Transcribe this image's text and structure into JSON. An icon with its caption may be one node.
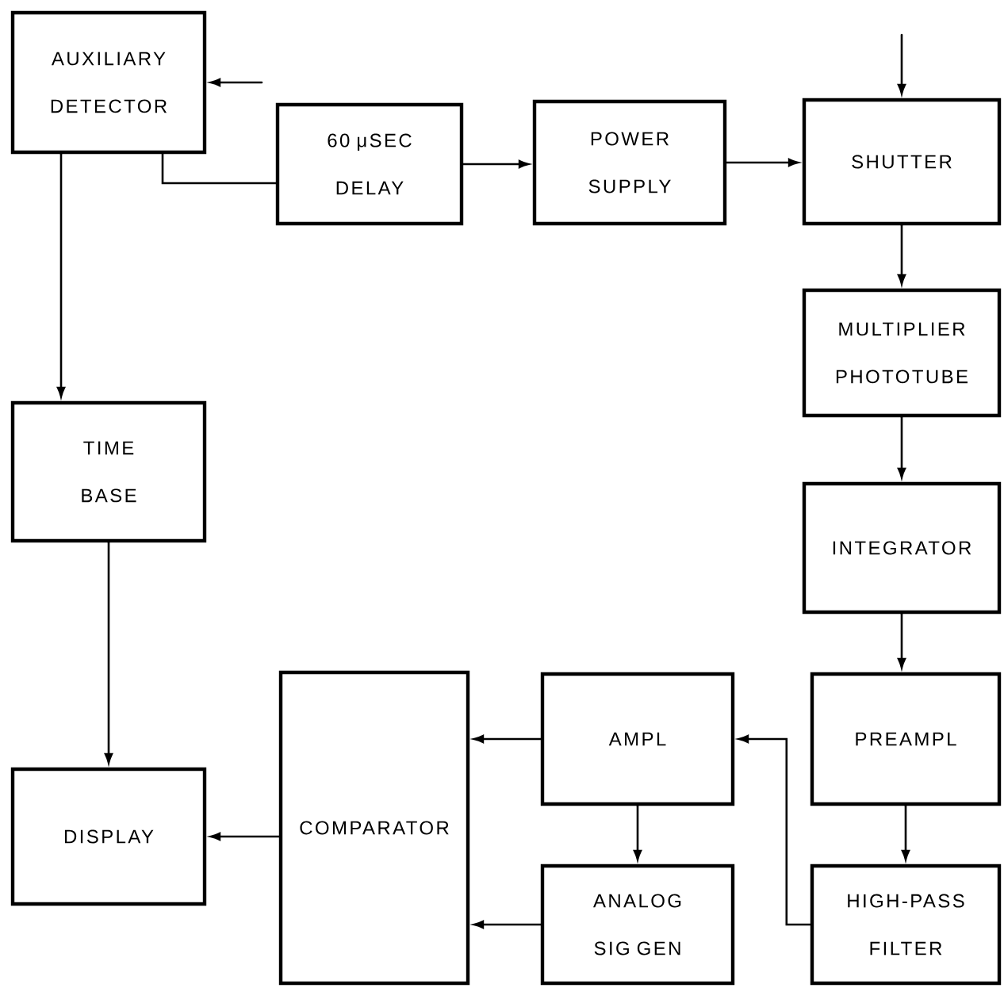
{
  "diagram": {
    "nodes": [
      {
        "text": [
          "AUXILIARY DETECTOR"
        ]
      },
      {
        "text": [
          "60 μSEC DELAY"
        ]
      },
      {
        "text": [
          "POWER SUPPLY"
        ]
      },
      {
        "text": [
          "SHUTTER"
        ]
      },
      {
        "text": [
          "MULTIPLIER PHOTOTUBE"
        ]
      },
      {
        "text": [
          "TIME BASE"
        ]
      },
      {
        "text": [
          "INTEGRATOR"
        ]
      },
      {
        "text": [
          "AMPL"
        ]
      },
      {
        "text": [
          "PREAMPL"
        ]
      },
      {
        "text": [
          "DISPLAY"
        ]
      },
      {
        "text": [
          "COMPARATOR"
        ]
      },
      {
        "text": [
          "ANALOG SIG GEN"
        ]
      },
      {
        "text": [
          "HIGH-PASS FILTER"
        ]
      }
    ],
    "edges": [
      {
        "from": null,
        "to": 0,
        "arrow": "to"
      },
      {
        "from": null,
        "to": 3,
        "arrow": "to"
      },
      {
        "from": 0,
        "to": 1,
        "arrow": "none"
      },
      {
        "from": 1,
        "to": 2,
        "arrow": "to"
      },
      {
        "from": 2,
        "to": 3,
        "arrow": "to"
      },
      {
        "from": 3,
        "to": 4,
        "arrow": "to"
      },
      {
        "from": 4,
        "to": 6,
        "arrow": "to"
      },
      {
        "from": 6,
        "to": 8,
        "arrow": "to"
      },
      {
        "from": 8,
        "to": 12,
        "arrow": "to"
      },
      {
        "from": 12,
        "to": 7,
        "arrow": "to"
      },
      {
        "from": 7,
        "to": 10,
        "arrow": "to"
      },
      {
        "from": 7,
        "to": 11,
        "arrow": "to"
      },
      {
        "from": 11,
        "to": 10,
        "arrow": "to"
      },
      {
        "from": 0,
        "to": 5,
        "arrow": "to"
      },
      {
        "from": 5,
        "to": 9,
        "arrow": "to"
      },
      {
        "from": 10,
        "to": 9,
        "arrow": "to"
      }
    ]
  }
}
